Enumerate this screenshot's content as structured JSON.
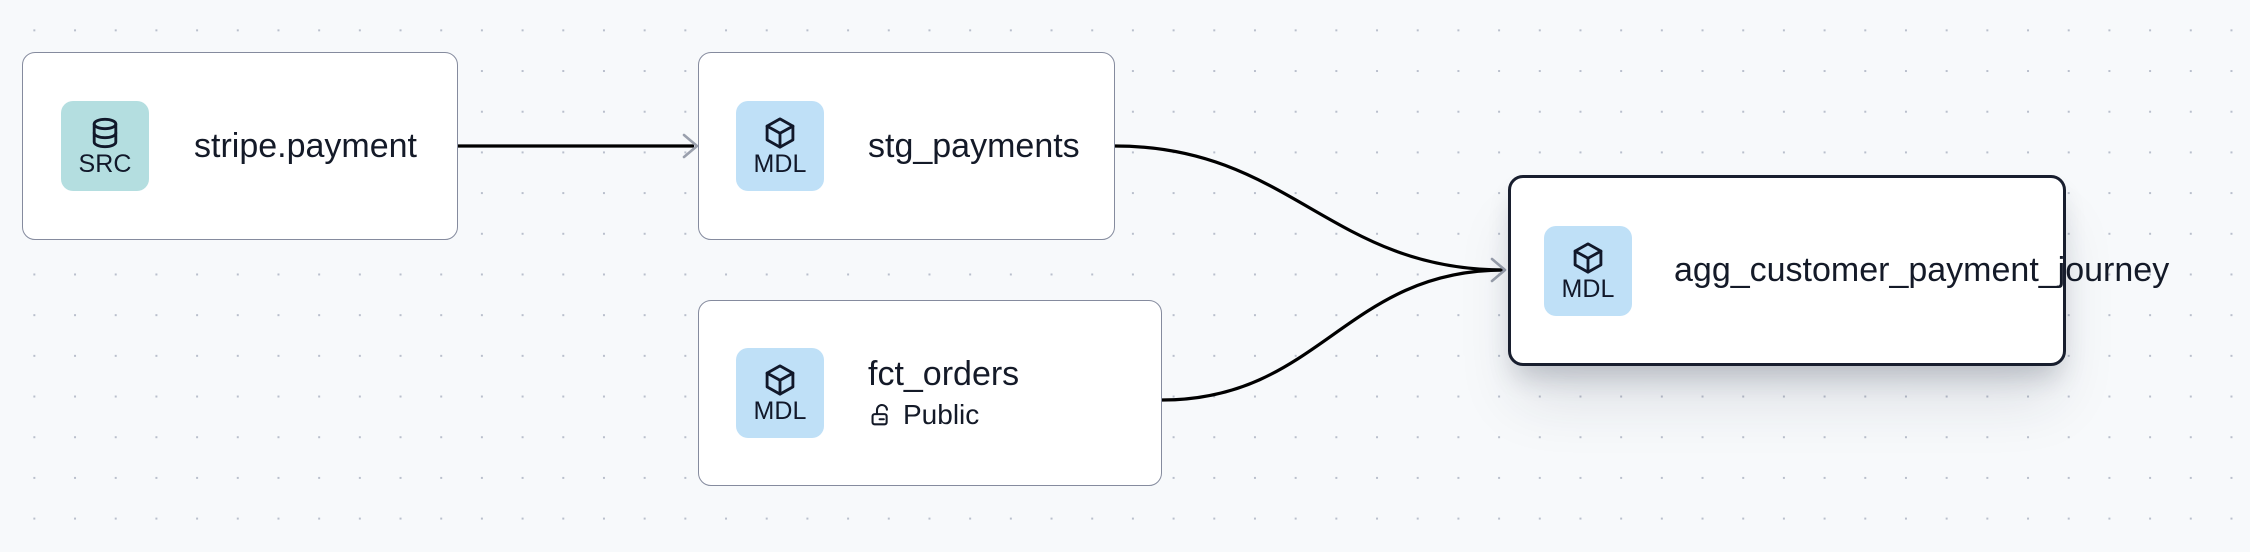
{
  "canvas": {
    "background_color": "#f7f9fb",
    "grid_dot_color": "#b9bfcc",
    "name": "lineage-graph-canvas"
  },
  "palette": {
    "source_badge": "#b4dee0",
    "model_badge": "#bfe0f7",
    "node_border": "#858b9e",
    "selected_border": "#181e2e",
    "edge_stroke": "#000000",
    "arrowhead": "#9aa0ad",
    "text": "#141a28"
  },
  "nodes": [
    {
      "id": "stripe-payment",
      "title": "stripe.payment",
      "badge_label": "SRC",
      "badge_icon": "database-icon",
      "badge_kind": "source",
      "selected": false,
      "meta": null
    },
    {
      "id": "stg-payments",
      "title": "stg_payments",
      "badge_label": "MDL",
      "badge_icon": "cube-icon",
      "badge_kind": "model",
      "selected": false,
      "meta": null
    },
    {
      "id": "fct-orders",
      "title": "fct_orders",
      "badge_label": "MDL",
      "badge_icon": "cube-icon",
      "badge_kind": "model",
      "selected": false,
      "meta": {
        "icon": "unlock-icon",
        "label": "Public"
      }
    },
    {
      "id": "agg-customer-payment-journey",
      "title": "agg_customer_payment_journey",
      "badge_label": "MDL",
      "badge_icon": "cube-icon",
      "badge_kind": "model",
      "selected": true,
      "meta": null
    }
  ],
  "edges": [
    {
      "id": "edge-stripe-to-stg",
      "from": "stripe-payment",
      "to": "stg-payments",
      "style": "straight"
    },
    {
      "id": "edge-stg-to-agg",
      "from": "stg-payments",
      "to": "agg-customer-payment-journey",
      "style": "bezier"
    },
    {
      "id": "edge-fct-to-agg",
      "from": "fct-orders",
      "to": "agg-customer-payment-journey",
      "style": "bezier"
    }
  ]
}
